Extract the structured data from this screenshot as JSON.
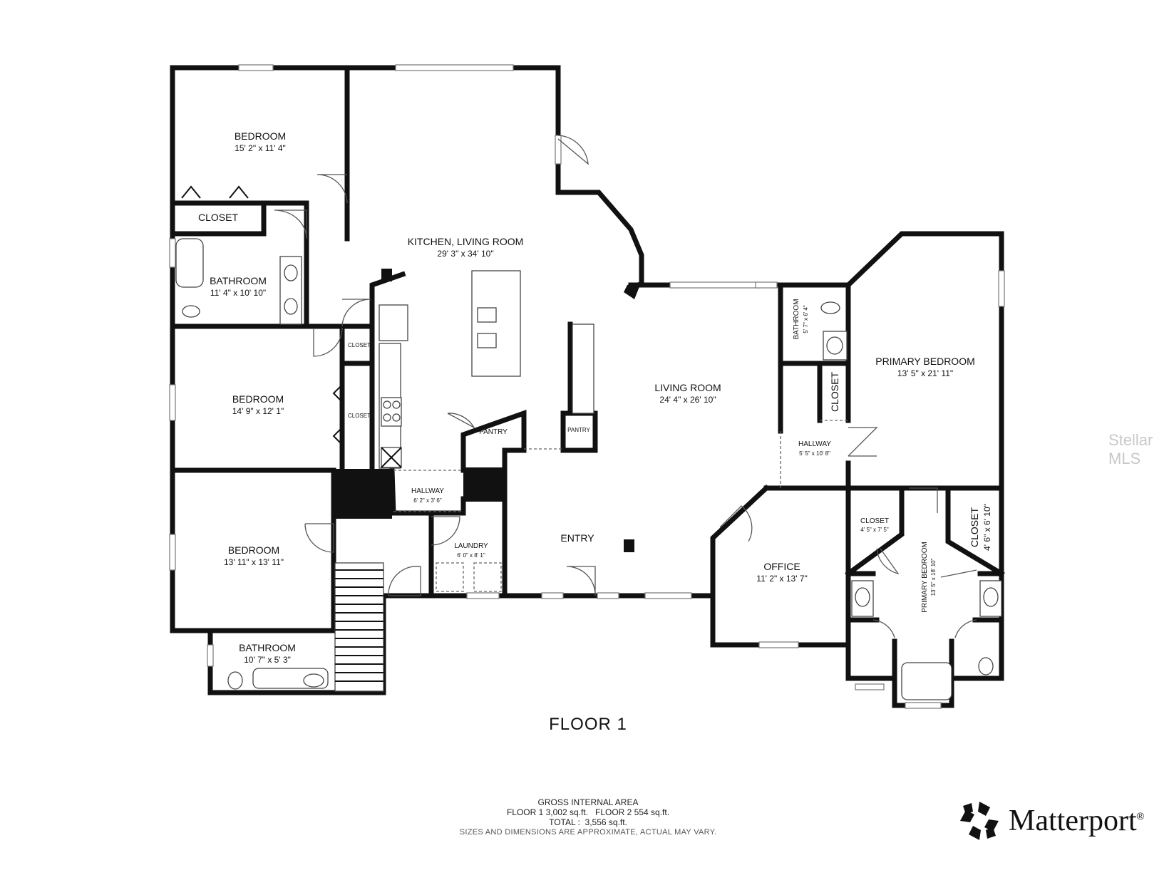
{
  "floor_title": "FLOOR 1",
  "rooms": {
    "bedroom_1": {
      "name": "BEDROOM",
      "dims": "15' 2\" x 11' 4\""
    },
    "closet_1": {
      "name": "CLOSET"
    },
    "bathroom_1": {
      "name": "BATHROOM",
      "dims": "11' 4\" x 10' 10\""
    },
    "closet_2": {
      "name": "CLOSET"
    },
    "bedroom_2": {
      "name": "BEDROOM",
      "dims": "14' 9\" x 12' 1\""
    },
    "closet_3": {
      "name": "CLOSET"
    },
    "bedroom_3": {
      "name": "BEDROOM",
      "dims": "13' 11\" x 13' 11\""
    },
    "bathroom_2": {
      "name": "BATHROOM",
      "dims": "10' 7\" x 5' 3\""
    },
    "kitchen": {
      "name": "KITCHEN, LIVING ROOM",
      "dims": "29' 3\" x 34' 10\""
    },
    "pantry_1": {
      "name": "PANTRY"
    },
    "pantry_2": {
      "name": "PANTRY"
    },
    "hallway_1": {
      "name": "HALLWAY",
      "dims": "6' 2\" x 3' 6\""
    },
    "laundry": {
      "name": "LAUNDRY",
      "dims": "6' 0\" x 8' 1\""
    },
    "entry": {
      "name": "ENTRY"
    },
    "living_room": {
      "name": "LIVING ROOM",
      "dims": "24' 4\" x 26' 10\""
    },
    "bathroom_3": {
      "name": "BATHROOM",
      "dims": "5' 7\" x 6' 4\""
    },
    "closet_4": {
      "name": "CLOSET"
    },
    "hallway_2": {
      "name": "HALLWAY",
      "dims": "5' 5\" x 10' 8\""
    },
    "primary_bedroom": {
      "name": "PRIMARY BEDROOM",
      "dims": "13' 5\" x 21' 11\""
    },
    "office": {
      "name": "OFFICE",
      "dims": "11' 2\" x 13' 7\""
    },
    "closet_5": {
      "name": "CLOSET",
      "dims": "4' 5\" x 7' 5\""
    },
    "primary_bath": {
      "name": "PRIMARY BEDROOM",
      "dims": "13' 5\" x 18' 10\""
    },
    "closet_6": {
      "name": "CLOSET",
      "dims": "4' 6\" x 6' 10\""
    }
  },
  "footer": {
    "gia_title": "GROSS INTERNAL AREA",
    "floors_line": "FLOOR 1 3,002 sq.ft.   FLOOR 2 554 sq.ft.",
    "total_line": "TOTAL :  3,556 sq.ft.",
    "note": "SIZES AND DIMENSIONS ARE APPROXIMATE, ACTUAL MAY VARY."
  },
  "brand": {
    "name": "Matterport",
    "reg": "®",
    "icon": "matterport-logo-icon"
  },
  "watermark": "Stellar MLS"
}
